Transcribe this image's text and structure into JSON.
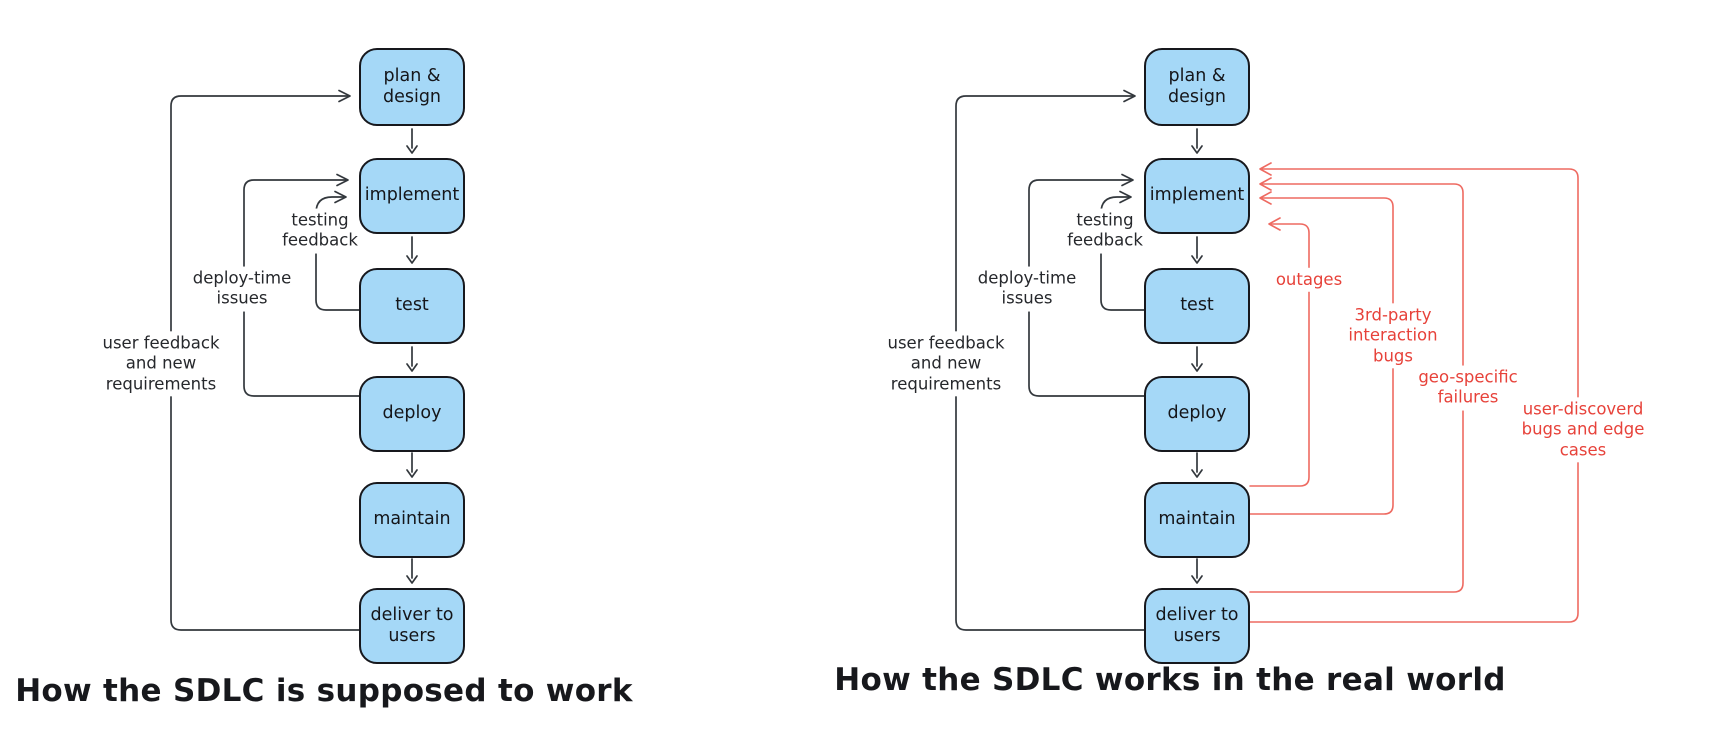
{
  "colors": {
    "node_fill": "#a5d8f7",
    "node_border": "#17181d",
    "flow_line": "#33383d",
    "failure_line": "#ee6a61",
    "failure_text": "#e7423a",
    "text": "#17181c"
  },
  "left": {
    "caption": "How the SDLC is supposed to work",
    "nodes": [
      "plan &\ndesign",
      "implement",
      "test",
      "deploy",
      "maintain",
      "deliver to\nusers"
    ],
    "loops": [
      "testing\nfeedback",
      "deploy-time\nissues",
      "user feedback\nand new\nrequirements"
    ]
  },
  "right": {
    "caption": "How the SDLC works in the real world",
    "nodes": [
      "plan &\ndesign",
      "implement",
      "test",
      "deploy",
      "maintain",
      "deliver to\nusers"
    ],
    "loops": [
      "testing\nfeedback",
      "deploy-time\nissues",
      "user feedback\nand new\nrequirements"
    ],
    "failures": [
      "outages",
      "3rd-party\ninteraction\nbugs",
      "geo-specific\nfailures",
      "user-discoverd\nbugs and edge cases"
    ]
  }
}
